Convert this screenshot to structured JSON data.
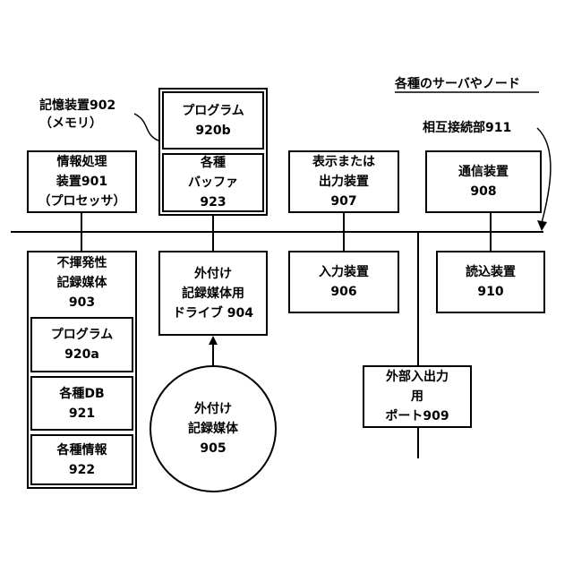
{
  "title": "各種のサーバやノード",
  "memory_label": [
    "記憶装置902",
    "（メモリ）"
  ],
  "bus_label": "相互接続部911",
  "processor": [
    "情報処理",
    "装置901",
    "（プロセッサ）"
  ],
  "memory_program": [
    "プログラム",
    "920b"
  ],
  "memory_buffer": [
    "各種",
    "バッファ",
    "923"
  ],
  "display": [
    "表示または",
    "出力装置",
    "907"
  ],
  "communication": [
    "通信装置",
    "908"
  ],
  "nonvolatile": [
    "不揮発性",
    "記録媒体",
    "903"
  ],
  "nv_program": [
    "プログラム",
    "920a"
  ],
  "nv_db": [
    "各種DB",
    "921"
  ],
  "nv_info": [
    "各種情報",
    "922"
  ],
  "ext_drive": [
    "外付け",
    "記録媒体用",
    "ドライブ 904"
  ],
  "input": [
    "入力装置",
    "906"
  ],
  "reader": [
    "読込装置",
    "910"
  ],
  "ext_port": [
    "外部入出力",
    "用",
    "ポート909"
  ],
  "ext_media": [
    "外付け",
    "記録媒体",
    "905"
  ]
}
